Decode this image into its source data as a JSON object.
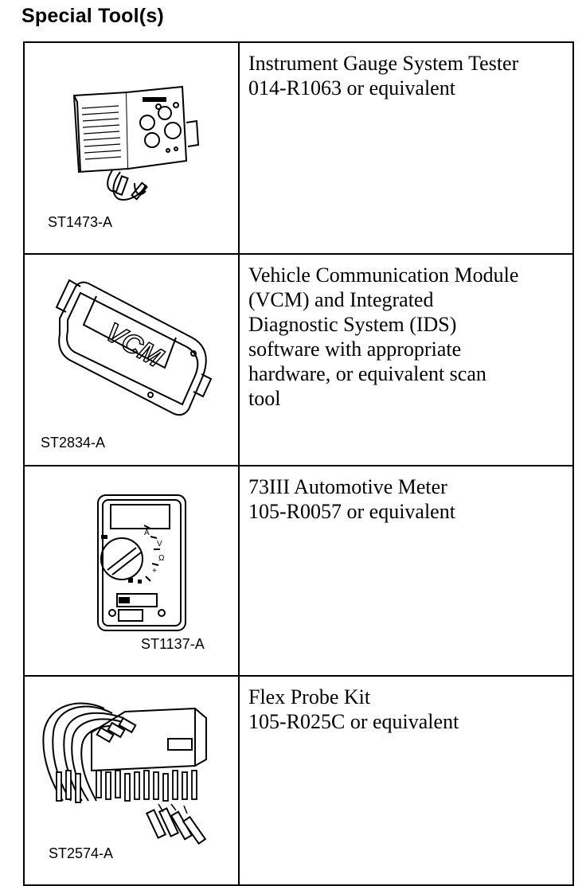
{
  "page": {
    "heading": "Special Tool(s)"
  },
  "tools": [
    {
      "code": "ST1473-A",
      "icon": "gauge-tester-illustration",
      "description": [
        "Instrument Gauge System Tester",
        "014-R1063 or equivalent"
      ]
    },
    {
      "code": "ST2834-A",
      "icon": "vcm-module-illustration",
      "vcm_text": "VCM",
      "description": [
        "Vehicle Communication Module",
        "(VCM) and Integrated",
        "Diagnostic System (IDS)",
        "software with appropriate",
        "hardware, or equivalent scan",
        "tool"
      ]
    },
    {
      "code": "ST1137-A",
      "icon": "automotive-meter-illustration",
      "description": [
        "73III Automotive Meter",
        "105-R0057 or equivalent"
      ]
    },
    {
      "code": "ST2574-A",
      "icon": "flex-probe-kit-illustration",
      "description": [
        "Flex Probe Kit",
        "105-R025C or equivalent"
      ]
    }
  ]
}
